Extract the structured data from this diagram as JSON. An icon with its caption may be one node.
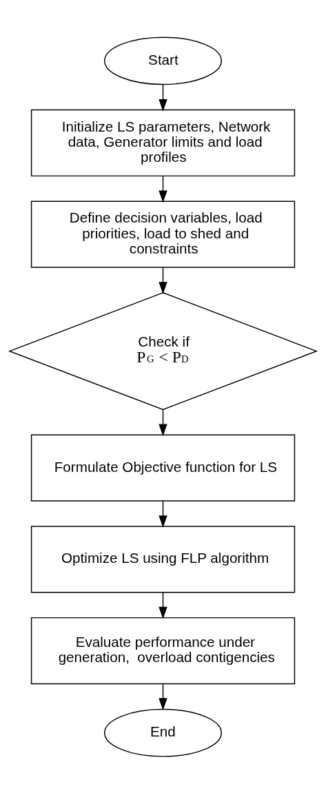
{
  "diagram": {
    "nodes": [
      {
        "text": [
          "Start"
        ]
      },
      {
        "text": [
          "Initialize LS parameters, Network data, Generator limits and load profiles"
        ]
      },
      {
        "text": [
          "Define decision variables, load priorities, load to shed and constraints"
        ]
      },
      {
        "text": [
          "Check if",
          "P$_{G}$ < P$_{D}$"
        ]
      },
      {
        "text": [
          "Formulate Objective function for LS"
        ]
      },
      {
        "text": [
          "Optimize LS using FLP algorithm"
        ]
      },
      {
        "text": [
          "Evaluate performance under generation,  overload contigencies"
        ]
      },
      {
        "text": [
          "End"
        ]
      }
    ],
    "edges": [
      {
        "from": 0,
        "to": 1,
        "arrow": "to"
      },
      {
        "from": 1,
        "to": 2,
        "arrow": "to"
      },
      {
        "from": 2,
        "to": 3,
        "arrow": "to"
      },
      {
        "from": 3,
        "to": 4,
        "arrow": "to"
      },
      {
        "from": 4,
        "to": 5,
        "arrow": "to"
      },
      {
        "from": 5,
        "to": 6,
        "arrow": "to"
      },
      {
        "from": 6,
        "to": 7,
        "arrow": "to"
      }
    ]
  }
}
